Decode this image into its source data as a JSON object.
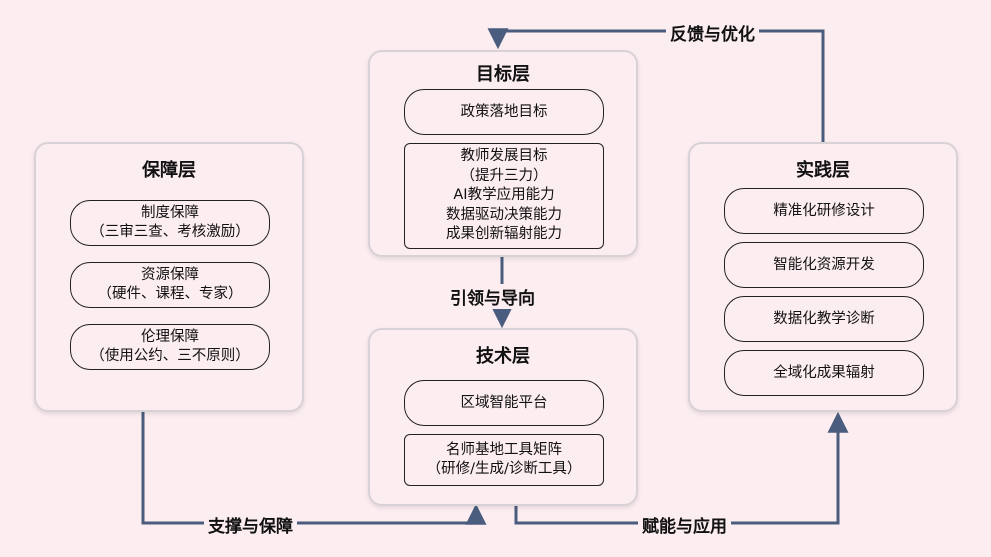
{
  "layers": {
    "goal": {
      "title": "目标层",
      "items": [
        {
          "lines": [
            "政策落地目标"
          ]
        },
        {
          "lines": [
            "教师发展目标",
            "（提升三力）",
            "AI教学应用能力",
            "数据驱动决策能力",
            "成果创新辐射能力"
          ]
        }
      ]
    },
    "guarantee": {
      "title": "保障层",
      "items": [
        {
          "lines": [
            "制度保障",
            "（三审三查、考核激励）"
          ]
        },
        {
          "lines": [
            "资源保障",
            "（硬件、课程、专家）"
          ]
        },
        {
          "lines": [
            "伦理保障",
            "（使用公约、三不原则）"
          ]
        }
      ]
    },
    "practice": {
      "title": "实践层",
      "items": [
        {
          "lines": [
            "精准化研修设计"
          ]
        },
        {
          "lines": [
            "智能化资源开发"
          ]
        },
        {
          "lines": [
            "数据化教学诊断"
          ]
        },
        {
          "lines": [
            "全域化成果辐射"
          ]
        }
      ]
    },
    "tech": {
      "title": "技术层",
      "items": [
        {
          "lines": [
            "区域智能平台"
          ]
        },
        {
          "lines": [
            "名师基地工具矩阵",
            "（研修/生成/诊断工具）"
          ]
        }
      ]
    }
  },
  "flows": {
    "feedback": "反馈与优化",
    "lead": "引领与导向",
    "support": "支撑与保障",
    "empower": "赋能与应用"
  },
  "colors": {
    "background": "#fcedf0",
    "arrow": "#4a5d7e",
    "panel_border": "#d8d2d7"
  }
}
